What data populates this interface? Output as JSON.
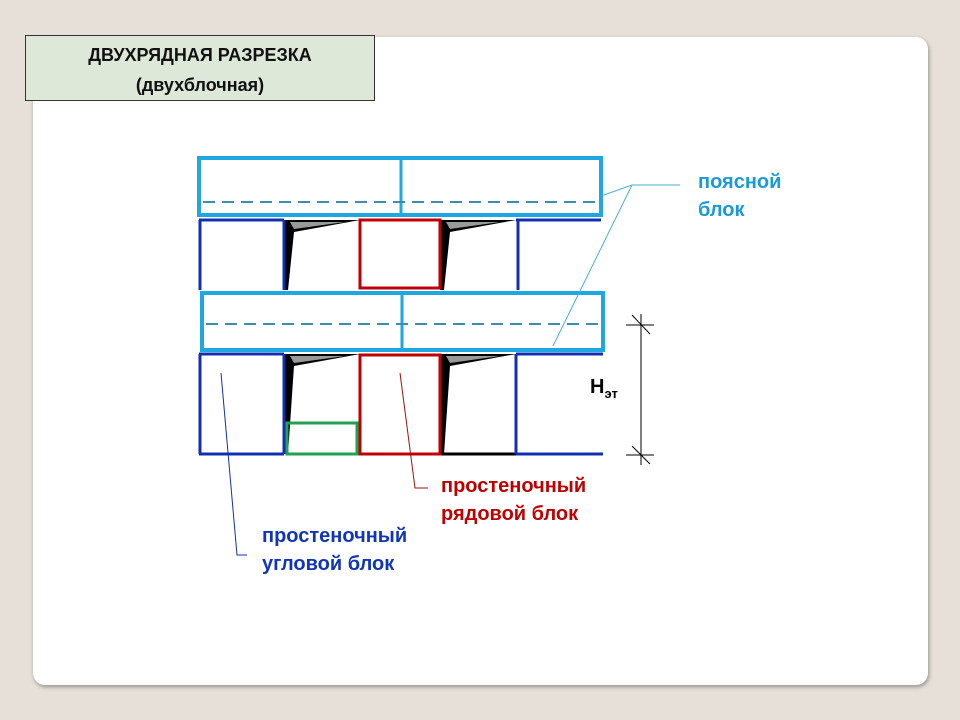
{
  "title": {
    "line1": "ДВУХРЯДНАЯ РАЗРЕЗКА",
    "line2": "(двухблочная)"
  },
  "labels": {
    "belt_block": {
      "line1": "поясной",
      "line2": "блок"
    },
    "row_block": {
      "line1": "простеночный",
      "line2": "рядовой блок"
    },
    "corner_block": {
      "line1": "простеночный",
      "line2": "угловой блок"
    },
    "height": {
      "main": "H",
      "sub": "эт"
    }
  },
  "colors": {
    "belt": "#1ea7e1",
    "corner": "#1030b0",
    "row": "#c00000",
    "other": "#20a050",
    "background": "#e6e0d8"
  }
}
